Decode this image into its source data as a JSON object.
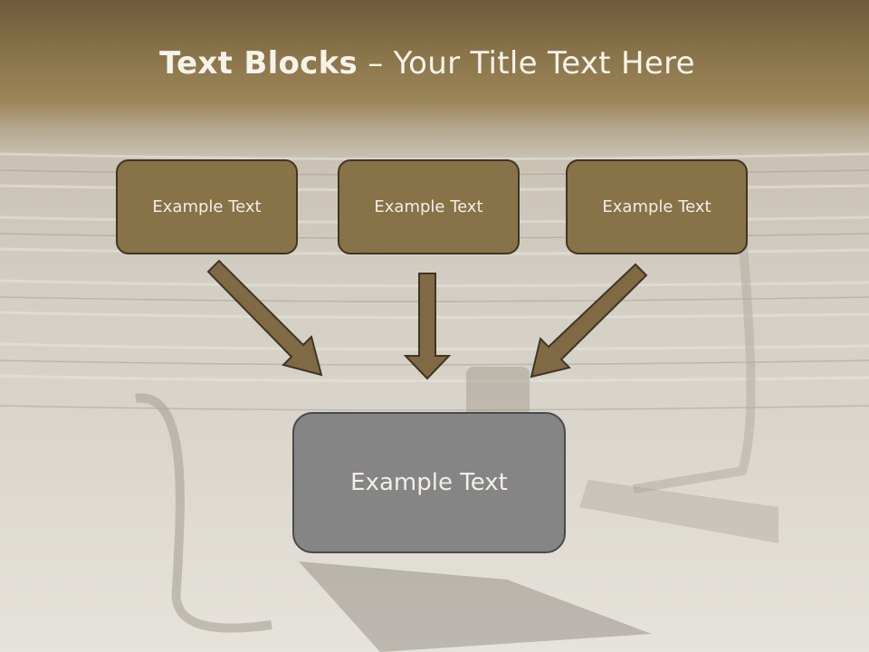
{
  "slide": {
    "title_bold": "Text Blocks",
    "title_separator": " – ",
    "title_rest": "Your Title Text Here",
    "boxes": [
      {
        "text": "Example Text"
      },
      {
        "text": "Example Text"
      },
      {
        "text": "Example Text"
      }
    ],
    "main_box": {
      "text": "Example Text"
    }
  },
  "colors": {
    "header_brown": "#8a7449",
    "box_fill": "#887248",
    "box_border": "#3f3526",
    "main_box_fill": "#858585",
    "arrow_fill": "#7f6a44"
  }
}
